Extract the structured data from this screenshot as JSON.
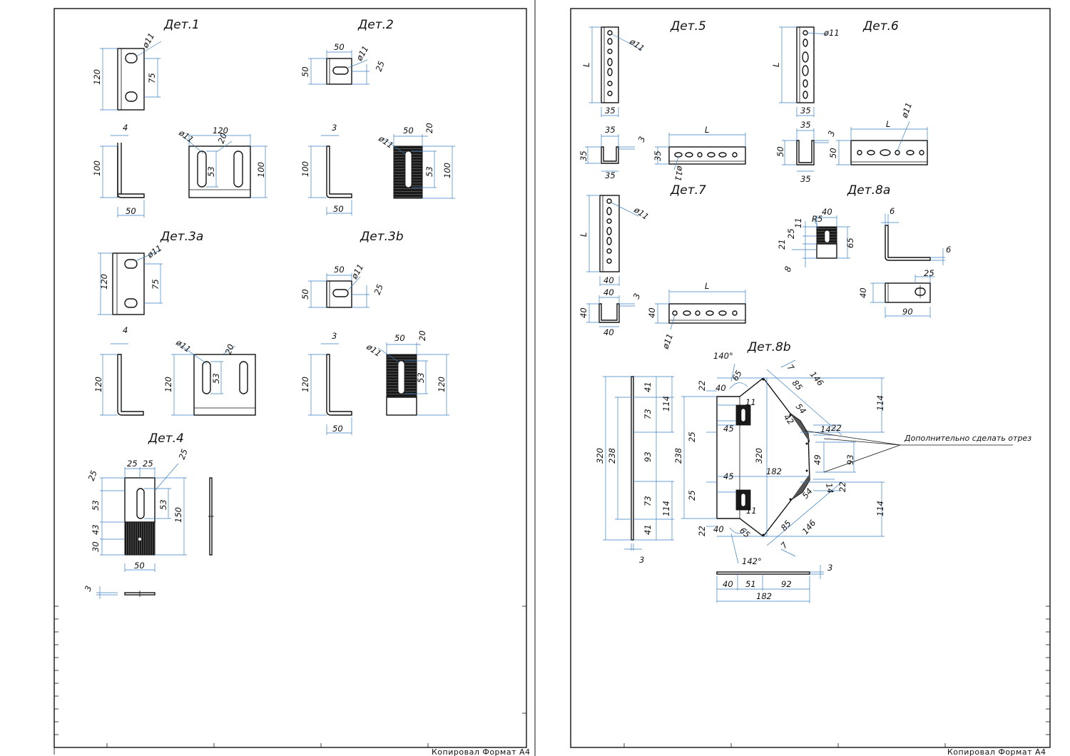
{
  "sheets": [
    {
      "footer": "Копировал  Формат А4",
      "titles": [
        "Дет.1",
        "Дет.2",
        "Дет.3a",
        "Дет.3b",
        "Дет.4"
      ],
      "dims": {
        "d1_top": [
          "ø11",
          "120",
          "75"
        ],
        "d1_side": [
          "4",
          "100",
          "50"
        ],
        "d1_front": [
          "ø11",
          "120",
          "20",
          "53",
          "100"
        ],
        "d2_top": [
          "50",
          "ø11",
          "50",
          "25"
        ],
        "d2_side": [
          "3",
          "100",
          "50"
        ],
        "d2_front": [
          "ø11",
          "50",
          "20",
          "53",
          "100"
        ],
        "d3a_top": [
          "ø11",
          "120",
          "75"
        ],
        "d3a_side": [
          "4",
          "120"
        ],
        "d3a_front": [
          "ø11",
          "20",
          "120",
          "53"
        ],
        "d3b_top": [
          "50",
          "ø11",
          "50",
          "25"
        ],
        "d3b_side": [
          "3",
          "120",
          "50"
        ],
        "d3b_front": [
          "ø11",
          "50",
          "20",
          "53",
          "120"
        ],
        "d4": [
          "25",
          "25",
          "25",
          "25",
          "53",
          "43",
          "30",
          "53",
          "150",
          "50",
          "3"
        ]
      }
    },
    {
      "footer": "Копировал  Формат А4",
      "titles": [
        "Дет.5",
        "Дет.6",
        "Дет.7",
        "Дет.8a",
        "Дет.8b"
      ],
      "note": "Дополнительно сделать отрез",
      "dims": {
        "d5": [
          "ø11",
          "L",
          "35",
          "35",
          "3",
          "35",
          "35",
          "L",
          "35",
          "ø11"
        ],
        "d6": [
          "ø11",
          "L",
          "35",
          "35",
          "3",
          "50",
          "35",
          "L",
          "ø11",
          "50"
        ],
        "d7": [
          "ø11",
          "L",
          "40",
          "40",
          "3",
          "40",
          "40",
          "L",
          "40",
          "ø11"
        ],
        "d8a": [
          "40",
          "R5",
          "25",
          "11",
          "21",
          "8",
          "65",
          "6",
          "6",
          "25",
          "40",
          "90"
        ],
        "d8b_left": [
          "320",
          "238",
          "41",
          "114",
          "73",
          "93",
          "73",
          "114",
          "41",
          "3"
        ],
        "d8b_main": [
          "140°",
          "22",
          "40",
          "65",
          "7",
          "85",
          "146",
          "11",
          "45",
          "42",
          "54",
          "14",
          "22",
          "25",
          "238",
          "320",
          "49",
          "93",
          "45",
          "182",
          "25",
          "11",
          "14",
          "22",
          "54",
          "22",
          "40",
          "65",
          "85",
          "146",
          "7",
          "142°",
          "114",
          "114"
        ],
        "d8b_bottom": [
          "3",
          "40",
          "51",
          "92",
          "182"
        ]
      }
    }
  ]
}
